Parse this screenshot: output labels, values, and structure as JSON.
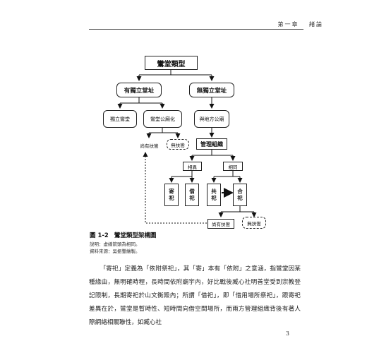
{
  "header": {
    "chapter": "第一章",
    "title": "緒論"
  },
  "diagram": {
    "root": "鸞堂類型",
    "left_branch": "有獨立堂址",
    "right_branch": "無獨立堂址",
    "left_child_1": "獨立鸞堂",
    "left_child_2": "鸞堂公廟化",
    "right_child": "與地方公廟",
    "left_result_1": "尚有扶鸞",
    "left_result_2": "無扶鸞",
    "management": "管理組織",
    "diff": "相異",
    "same": "相同",
    "ji": "寄祀",
    "jie": "借祀",
    "gong": "共祀",
    "he": "合祀",
    "bottom_result_1": "尚有扶鸞",
    "bottom_result_2": "無扶鸞"
  },
  "figure": {
    "number": "圖 1-2",
    "title": "鸞堂類型架構圖",
    "note": "說明：虛線箭頭為相同。",
    "source": "資料來源：吳振豐繪製。"
  },
  "body_text": "「寄祀」定義為「依附祭祀」，其「寄」本有「依附」之意涵，指鸞堂因某種緣由，無明確時程，長時間依附廟宇內，好比戰後臧心社明善堂受到宗教登記限制，長期寄祀於山文衡殿內；所謂「借祀」，即「借用場所祭祀」，跟寄祀差異在於，鸞堂是暫時性、短時間向借空間場所，而兩方管理組織背後有著人際網絡相關聯性，如臧心社",
  "page_number": "3"
}
